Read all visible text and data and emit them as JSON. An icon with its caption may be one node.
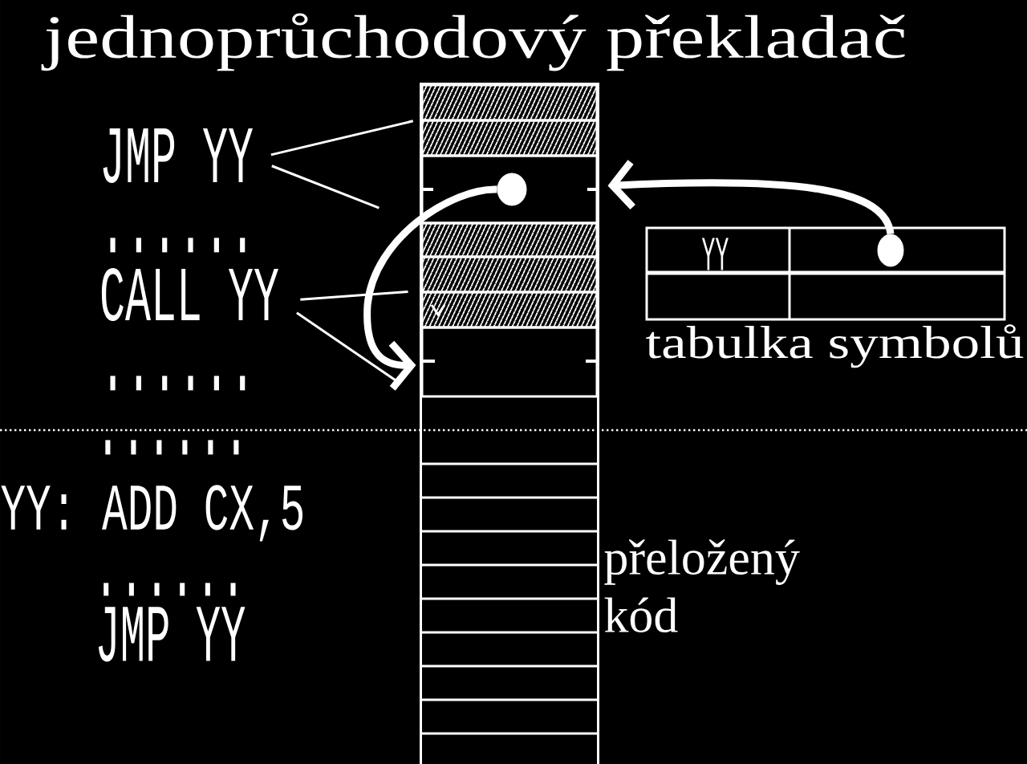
{
  "diagram": {
    "title": "jednoprůchodový překladač",
    "nodes": [
      {
        "text": [
          "JMP YY"
        ]
      },
      {
        "text": [
          "CALL YY"
        ]
      },
      {
        "text": [],
        "shape": "box",
        "beside": [
          "přeložený kód"
        ]
      },
      {
        "text": [],
        "shape": "box",
        "in": 2
      },
      {
        "text": [],
        "shape": "box",
        "in": 2
      },
      {
        "text": [],
        "shape": "circle",
        "in": 4
      },
      {
        "text": [],
        "shape": "box",
        "in": 2
      },
      {
        "text": [],
        "shape": "box",
        "in": 2
      },
      {
        "text": [
          "YY"
        ],
        "beside": [
          "tabulka symbolů"
        ]
      },
      {
        "text": [],
        "shape": "circle",
        "in": 8
      }
    ],
    "edges": [
      {
        "from": 0,
        "to": 3,
        "arrow": "none"
      },
      {
        "from": 0,
        "to": 4,
        "arrow": "none"
      },
      {
        "from": 1,
        "to": 6,
        "arrow": "none"
      },
      {
        "from": 1,
        "to": 7,
        "arrow": "none"
      },
      {
        "from": 5,
        "to": 7,
        "arrow": "to",
        "style": "thick"
      },
      {
        "from": 9,
        "to": 4,
        "arrow": "to",
        "style": "thick"
      }
    ],
    "labels": [
      "......",
      "......",
      "......",
      "YY: ADD CX,5",
      "......",
      "JMP YY"
    ]
  }
}
